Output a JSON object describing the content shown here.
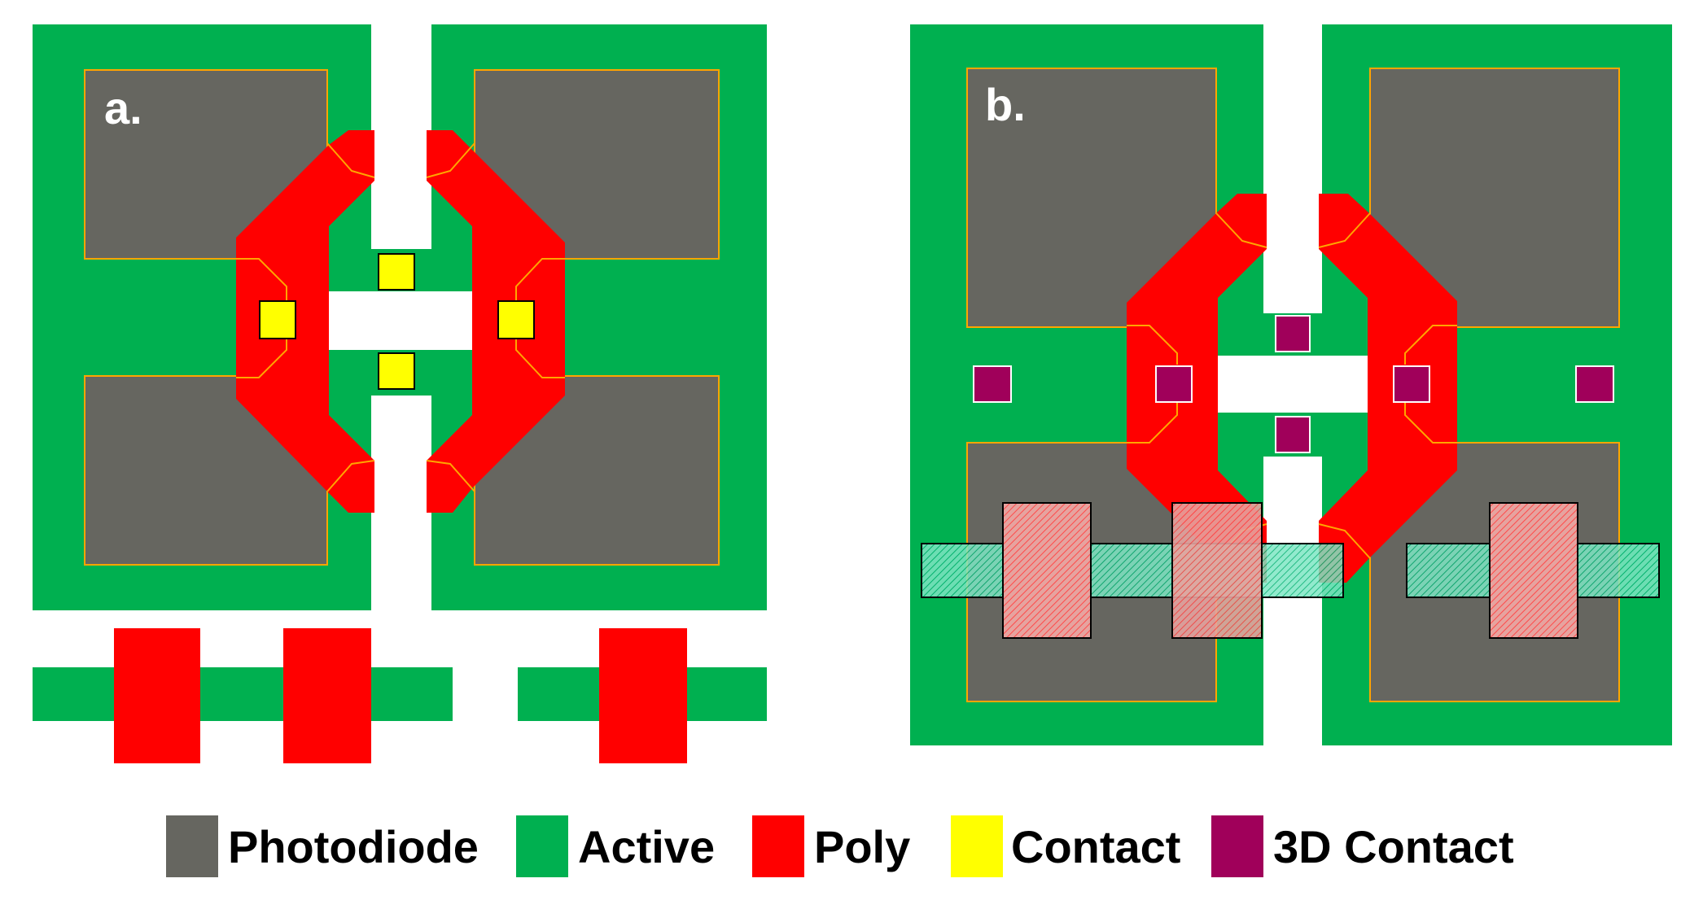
{
  "panels": {
    "a": {
      "label": "a."
    },
    "b": {
      "label": "b."
    }
  },
  "legend": [
    {
      "key": "photodiode",
      "label": "Photodiode",
      "color": "#666660"
    },
    {
      "key": "active",
      "label": "Active",
      "color": "#00b050"
    },
    {
      "key": "poly",
      "label": "Poly",
      "color": "#ff0000"
    },
    {
      "key": "contact",
      "label": "Contact",
      "color": "#ffff00"
    },
    {
      "key": "contact3d",
      "label": "3D Contact",
      "color": "#a0005a"
    }
  ],
  "colors": {
    "outline": "#ffa500",
    "hatch_poly": "#e8a0a0",
    "hatch_active": "#30c89a"
  }
}
